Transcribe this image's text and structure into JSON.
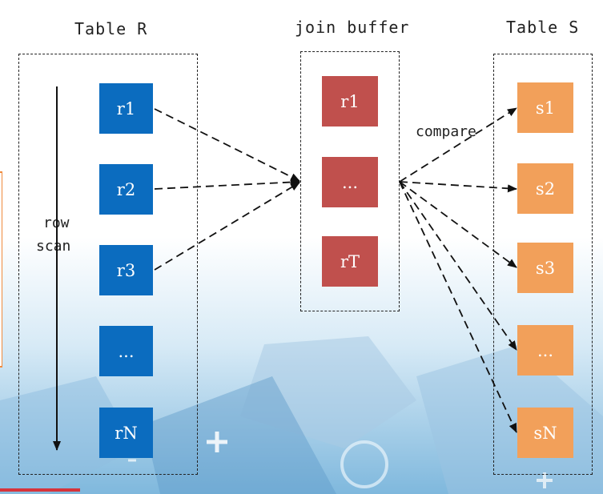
{
  "titles": {
    "table_r": "Table R",
    "join_buffer": "join buffer",
    "table_s": "Table S"
  },
  "table_r": [
    "r1",
    "r2",
    "r3",
    "...",
    "rN"
  ],
  "join_buffer": [
    "r1",
    "...",
    "rT"
  ],
  "table_s": [
    "s1",
    "s2",
    "s3",
    "...",
    "sN"
  ],
  "labels": {
    "row": "row",
    "scan": "scan",
    "compare": "compare"
  },
  "colors": {
    "table_r": "#0b6cbf",
    "join_buffer": "#c0504d",
    "table_s": "#f2a05a"
  }
}
